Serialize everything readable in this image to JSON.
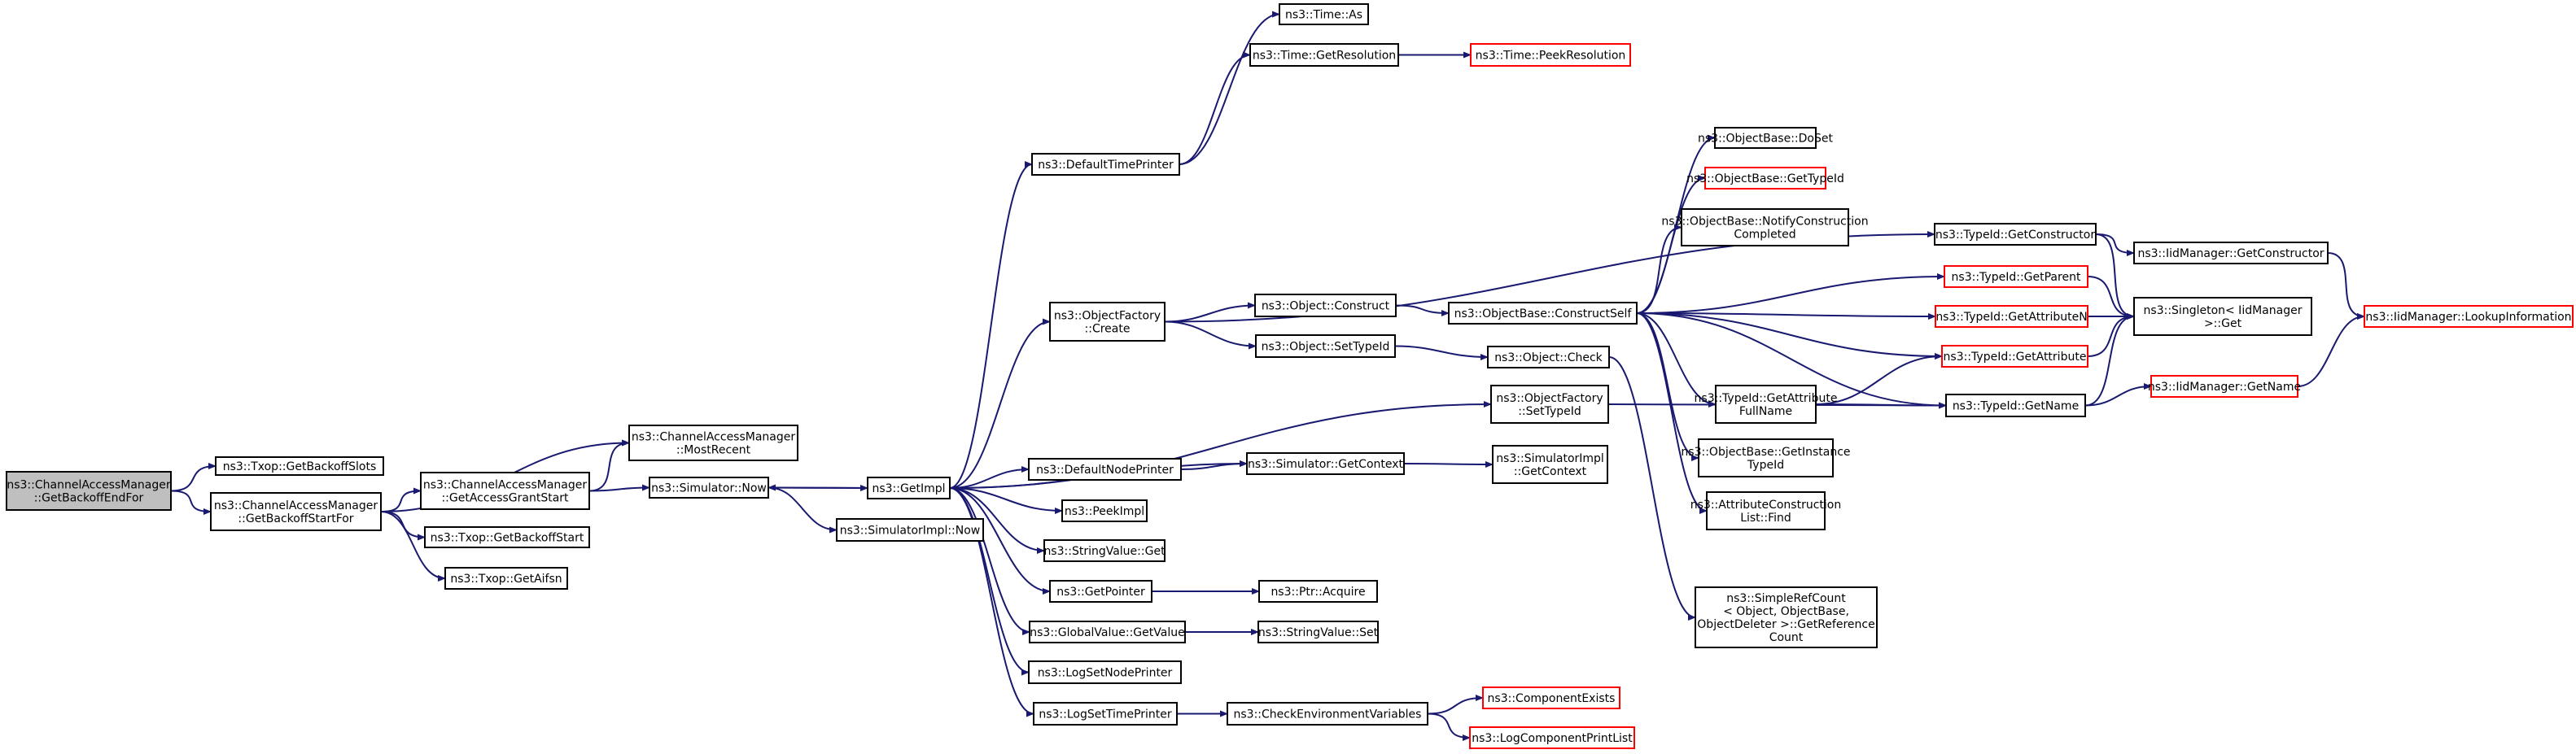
{
  "colors": {
    "edge": "#191970",
    "node_border": "#000000",
    "node_border_unresolved": "#ff0000",
    "node_fill": "#ffffff",
    "root_fill": "#bfbfbf"
  },
  "nodes": [
    {
      "id": "n0",
      "lines": [
        "ns3::ChannelAccessManager",
        "::GetBackoffEndFor"
      ],
      "root": true
    },
    {
      "id": "n1",
      "lines": [
        "ns3::Txop::GetBackoffSlots"
      ]
    },
    {
      "id": "n2",
      "lines": [
        "ns3::ChannelAccessManager",
        "::GetBackoffStartFor"
      ]
    },
    {
      "id": "n3",
      "lines": [
        "ns3::ChannelAccessManager",
        "::MostRecent"
      ]
    },
    {
      "id": "n4",
      "lines": [
        "ns3::ChannelAccessManager",
        "::GetAccessGrantStart"
      ]
    },
    {
      "id": "n5",
      "lines": [
        "ns3::Txop::GetBackoffStart"
      ]
    },
    {
      "id": "n6",
      "lines": [
        "ns3::Txop::GetAifsn"
      ]
    },
    {
      "id": "n7",
      "lines": [
        "ns3::Simulator::Now"
      ]
    },
    {
      "id": "n8",
      "lines": [
        "ns3::DefaultTimePrinter"
      ]
    },
    {
      "id": "n9",
      "lines": [
        "ns3::GetImpl"
      ]
    },
    {
      "id": "n10",
      "lines": [
        "ns3::SimulatorImpl::Now"
      ]
    },
    {
      "id": "n11",
      "lines": [
        "ns3::Time::As"
      ]
    },
    {
      "id": "n12",
      "lines": [
        "ns3::Time::GetResolution"
      ]
    },
    {
      "id": "n13",
      "lines": [
        "ns3::Time::PeekResolution"
      ],
      "unresolved": true
    },
    {
      "id": "n14",
      "lines": [
        "ns3::ObjectFactory",
        "::Create"
      ]
    },
    {
      "id": "n15",
      "lines": [
        "ns3::DefaultNodePrinter"
      ]
    },
    {
      "id": "n16",
      "lines": [
        "ns3::PeekImpl"
      ]
    },
    {
      "id": "n17",
      "lines": [
        "ns3::StringValue::Get"
      ]
    },
    {
      "id": "n18",
      "lines": [
        "ns3::GetPointer"
      ]
    },
    {
      "id": "n19",
      "lines": [
        "ns3::GlobalValue::GetValue"
      ]
    },
    {
      "id": "n20",
      "lines": [
        "ns3::LogSetNodePrinter"
      ]
    },
    {
      "id": "n21",
      "lines": [
        "ns3::LogSetTimePrinter"
      ]
    },
    {
      "id": "n22",
      "lines": [
        "ns3::Object::Construct"
      ]
    },
    {
      "id": "n23",
      "lines": [
        "ns3::Object::SetTypeId"
      ]
    },
    {
      "id": "n24",
      "lines": [
        "ns3::ObjectFactory",
        "::SetTypeId"
      ]
    },
    {
      "id": "n25",
      "lines": [
        "ns3::Simulator::GetContext"
      ]
    },
    {
      "id": "n26",
      "lines": [
        "ns3::Ptr::Acquire"
      ]
    },
    {
      "id": "n27",
      "lines": [
        "ns3::StringValue::Set"
      ]
    },
    {
      "id": "n28",
      "lines": [
        "ns3::CheckEnvironmentVariables"
      ]
    },
    {
      "id": "n29",
      "lines": [
        "ns3::ObjectBase::ConstructSelf"
      ]
    },
    {
      "id": "n30",
      "lines": [
        "ns3::Object::Check"
      ]
    },
    {
      "id": "n31",
      "lines": [
        "ns3::SimulatorImpl",
        "::GetContext"
      ]
    },
    {
      "id": "n32",
      "lines": [
        "ns3::ComponentExists"
      ],
      "unresolved": true
    },
    {
      "id": "n33",
      "lines": [
        "ns3::LogComponentPrintList"
      ],
      "unresolved": true
    },
    {
      "id": "n34",
      "lines": [
        "ns3::ObjectBase::DoSet"
      ]
    },
    {
      "id": "n35",
      "lines": [
        "ns3::ObjectBase::GetTypeId"
      ],
      "unresolved": true
    },
    {
      "id": "n36",
      "lines": [
        "ns3::ObjectBase::NotifyConstruction",
        "Completed"
      ]
    },
    {
      "id": "n37",
      "lines": [
        "ns3::TypeId::GetAttribute",
        "FullName"
      ]
    },
    {
      "id": "n38",
      "lines": [
        "ns3::ObjectBase::GetInstance",
        "TypeId"
      ]
    },
    {
      "id": "n39",
      "lines": [
        "ns3::AttributeConstruction",
        "List::Find"
      ]
    },
    {
      "id": "n40",
      "lines": [
        "ns3::SimpleRefCount",
        "< Object, ObjectBase,",
        " ObjectDeleter >::GetReference",
        "Count"
      ]
    },
    {
      "id": "n41",
      "lines": [
        "ns3::TypeId::GetConstructor"
      ]
    },
    {
      "id": "n42",
      "lines": [
        "ns3::TypeId::GetParent"
      ],
      "unresolved": true
    },
    {
      "id": "n43",
      "lines": [
        "ns3::TypeId::GetAttributeN"
      ],
      "unresolved": true
    },
    {
      "id": "n44",
      "lines": [
        "ns3::TypeId::GetAttribute"
      ],
      "unresolved": true
    },
    {
      "id": "n45",
      "lines": [
        "ns3::TypeId::GetName"
      ]
    },
    {
      "id": "n46",
      "lines": [
        "ns3::IidManager::GetConstructor"
      ]
    },
    {
      "id": "n47",
      "lines": [
        "ns3::Singleton< IidManager",
        " >::Get"
      ]
    },
    {
      "id": "n48",
      "lines": [
        "ns3::IidManager::GetName"
      ],
      "unresolved": true
    },
    {
      "id": "n49",
      "lines": [
        "ns3::IidManager::LookupInformation"
      ],
      "unresolved": true
    }
  ],
  "edges": [
    [
      "n0",
      "n1"
    ],
    [
      "n0",
      "n2"
    ],
    [
      "n2",
      "n3"
    ],
    [
      "n2",
      "n4"
    ],
    [
      "n2",
      "n5"
    ],
    [
      "n2",
      "n6"
    ],
    [
      "n4",
      "n3"
    ],
    [
      "n4",
      "n7"
    ],
    [
      "n7",
      "n9"
    ],
    [
      "n7",
      "n10"
    ],
    [
      "n8",
      "n11"
    ],
    [
      "n8",
      "n12"
    ],
    [
      "n12",
      "n13"
    ],
    [
      "n9",
      "n8"
    ],
    [
      "n9",
      "n7"
    ],
    [
      "n9",
      "n14"
    ],
    [
      "n9",
      "n24"
    ],
    [
      "n9",
      "n25"
    ],
    [
      "n9",
      "n15"
    ],
    [
      "n9",
      "n16"
    ],
    [
      "n9",
      "n17"
    ],
    [
      "n9",
      "n18"
    ],
    [
      "n9",
      "n19"
    ],
    [
      "n9",
      "n20"
    ],
    [
      "n9",
      "n21"
    ],
    [
      "n14",
      "n22"
    ],
    [
      "n14",
      "n23"
    ],
    [
      "n14",
      "n41"
    ],
    [
      "n15",
      "n25"
    ],
    [
      "n18",
      "n26"
    ],
    [
      "n19",
      "n27"
    ],
    [
      "n21",
      "n28"
    ],
    [
      "n28",
      "n32"
    ],
    [
      "n28",
      "n33"
    ],
    [
      "n22",
      "n29"
    ],
    [
      "n23",
      "n30"
    ],
    [
      "n24",
      "n45"
    ],
    [
      "n25",
      "n31"
    ],
    [
      "n30",
      "n40"
    ],
    [
      "n29",
      "n34"
    ],
    [
      "n29",
      "n35"
    ],
    [
      "n29",
      "n36"
    ],
    [
      "n29",
      "n37"
    ],
    [
      "n29",
      "n38"
    ],
    [
      "n29",
      "n39"
    ],
    [
      "n29",
      "n42"
    ],
    [
      "n29",
      "n43"
    ],
    [
      "n29",
      "n44"
    ],
    [
      "n29",
      "n45"
    ],
    [
      "n37",
      "n44"
    ],
    [
      "n37",
      "n45"
    ],
    [
      "n41",
      "n46"
    ],
    [
      "n41",
      "n47"
    ],
    [
      "n42",
      "n47"
    ],
    [
      "n43",
      "n47"
    ],
    [
      "n44",
      "n47"
    ],
    [
      "n45",
      "n47"
    ],
    [
      "n45",
      "n48"
    ],
    [
      "n46",
      "n49"
    ],
    [
      "n48",
      "n49"
    ]
  ]
}
